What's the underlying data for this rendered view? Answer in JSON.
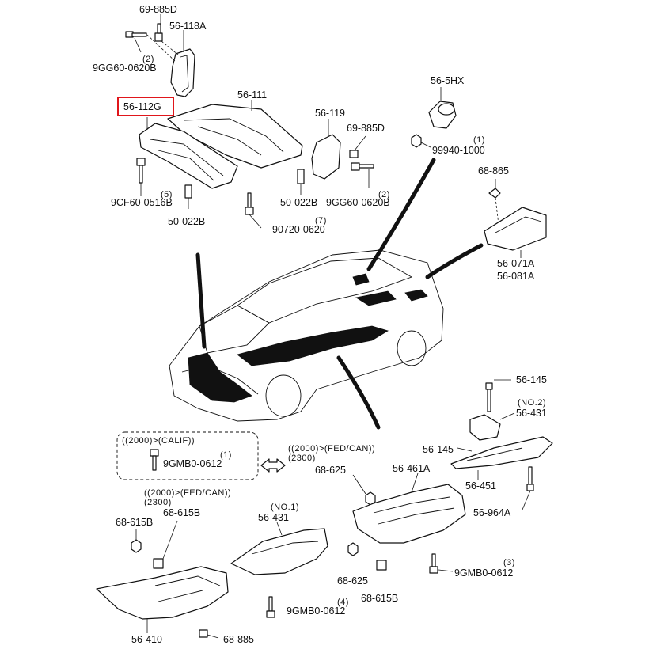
{
  "highlight_color": "#e0161b",
  "labels": {
    "p69885D_top": "69-885D",
    "p56118A": "56-118A",
    "qty2_top": "(2)",
    "p9GG60_top": "9GG60-0620B",
    "p56112G": "56-112G",
    "p56111": "56-111",
    "p56119": "56-119",
    "p69885D_right": "69-885D",
    "p9CF60": "9CF60-0516B",
    "qty5": "(5)",
    "p50022B_left": "50-022B",
    "p50022B_right": "50-022B",
    "p9GG60_right": "9GG60-0620B",
    "qty2_right": "(2)",
    "qty7": "(7)",
    "p90720": "90720-0620",
    "p565HX": "56-5HX",
    "qty1_top": "(1)",
    "p99940": "99940-1000",
    "p68865": "68-865",
    "p56071A": "56-071A",
    "p56081A": "56-081A",
    "p56145_top": "56-145",
    "no2": "(NO.2)",
    "p56431_right": "56-431",
    "p56145_mid": "56-145",
    "p56451": "56-451",
    "p56964A": "56-964A",
    "note_calif": "((2000)>(CALIF))",
    "qty1_calif": "(1)",
    "p9GMB0_calif": "9GMB0-0612",
    "note_fedcan_r1": "((2000)>(FED/CAN))",
    "note_fedcan_r2": "(2300)",
    "p68625_top": "68-625",
    "p56461A": "56-461A",
    "note_fedcan_l1": "((2000)>(FED/CAN))",
    "note_fedcan_l2": "(2300)",
    "p68615B_left": "68-615B",
    "p68615B_left2": "68-615B",
    "no1": "(NO.1)",
    "p56431_left": "56-431",
    "p68625_bot": "68-625",
    "p68615B_bot": "68-615B",
    "qty3": "(3)",
    "p9GMB0_3": "9GMB0-0612",
    "qty4": "(4)",
    "p9GMB0_4": "9GMB0-0612",
    "p56410": "56-410",
    "p68885": "68-885"
  }
}
